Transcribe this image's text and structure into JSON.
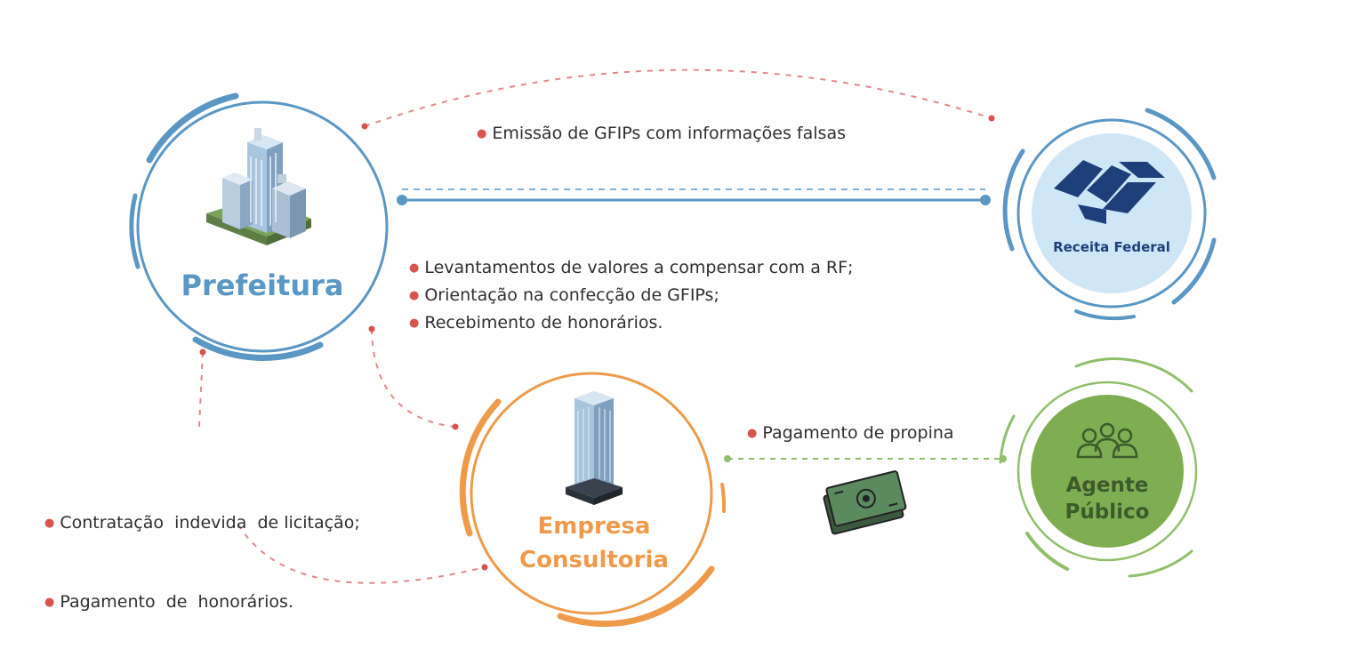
{
  "nodes": {
    "prefeitura": {
      "label": "Prefeitura",
      "color": "#5b97c4"
    },
    "receita": {
      "label": "Receita Federal",
      "color": "#1e3f7a",
      "bg": "#cfe6f7"
    },
    "empresa": {
      "label_line1": "Empresa",
      "label_line2": "Consultoria",
      "color": "#ef9a4a"
    },
    "agente": {
      "label_line1": "Agente",
      "label_line2": "Público",
      "color": "#7fae52",
      "text_color": "#3d5a2a"
    }
  },
  "annotations": {
    "prefeitura_receita": [
      "Emissão de GFIPs com informações falsas"
    ],
    "prefeitura_empresa": [
      "Levantamentos de valores a compensar com a RF;",
      "Orientação na confecção de GFIPs;",
      "Recebimento de honorários."
    ],
    "contratacao": [
      "Contratação  indevida  de licitação;",
      "Pagamento  de  honorários."
    ],
    "empresa_agente": [
      "Pagamento de propina"
    ]
  },
  "icons": {
    "prefeitura": "city-buildings-icon",
    "receita": "receita-federal-logo-icon",
    "empresa": "office-tower-icon",
    "agente": "people-group-icon",
    "money": "cash-bundle-icon"
  },
  "colors": {
    "bullet": "#d9534f",
    "dash_red": "#e07b7b",
    "dash_blue": "#5b97c4",
    "dash_green": "#8fbf6a",
    "text": "#2f2f2f"
  }
}
